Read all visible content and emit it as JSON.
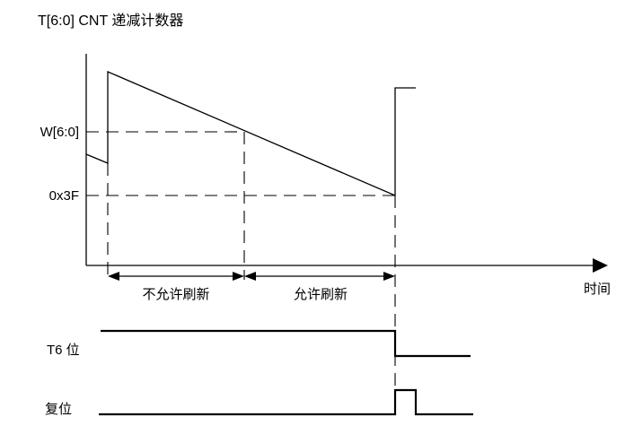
{
  "diagram": {
    "title": "T[6:0] CNT 递减计数器",
    "levels": {
      "window": "W[6:0]",
      "lower": "0x3F"
    },
    "axis": {
      "x_label": "时间"
    },
    "regions": {
      "refresh_not_allowed": "不允许刷新",
      "refresh_allowed": "允许刷新"
    },
    "signals": {
      "t6": "T6 位",
      "reset": "复位"
    }
  },
  "colors": {
    "stroke": "#000000",
    "background": "#ffffff"
  }
}
